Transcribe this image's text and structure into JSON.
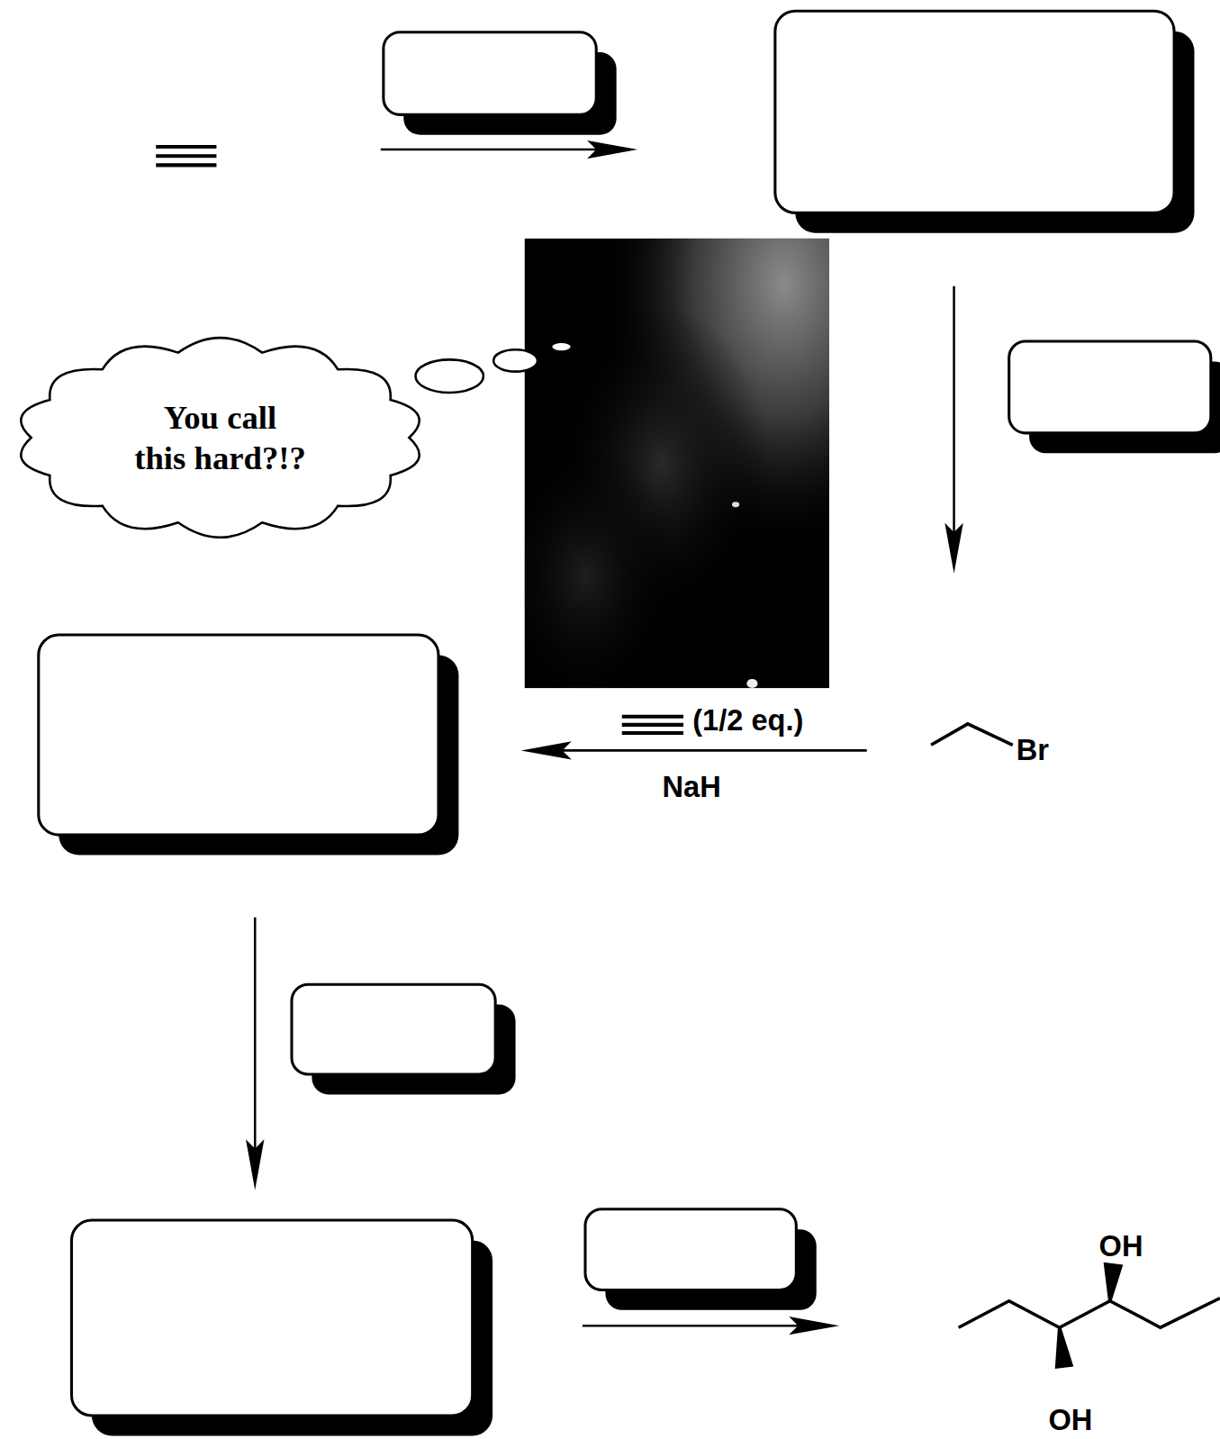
{
  "diagram": {
    "nodes": [
      {
        "text": [
          "You call this hard?!?"
        ]
      }
    ],
    "labels": [
      "(1/2 eq.)",
      "NaH",
      "Br",
      "OH",
      "OH"
    ]
  }
}
